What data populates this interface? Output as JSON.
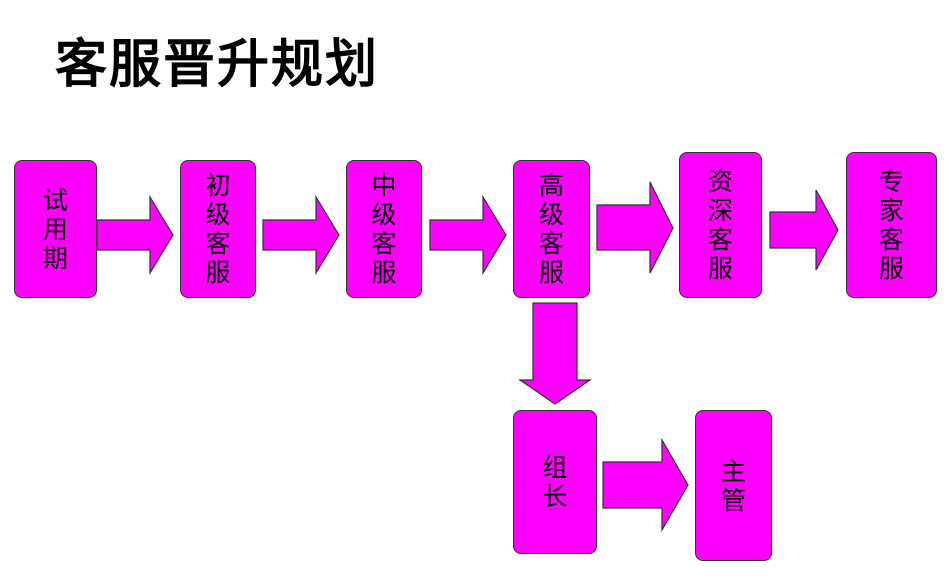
{
  "title": "客服晋升规划",
  "colors": {
    "node_fill": "#ff00ff",
    "arrow_fill": "#ff00ff",
    "border": "#333333"
  },
  "nodes": {
    "trial": "试用期",
    "junior": "初级客服",
    "middle": "中级客服",
    "senior": "高级客服",
    "veteran": "资深客服",
    "expert": "专家客服",
    "team_lead": "组长",
    "supervisor": "主管"
  }
}
